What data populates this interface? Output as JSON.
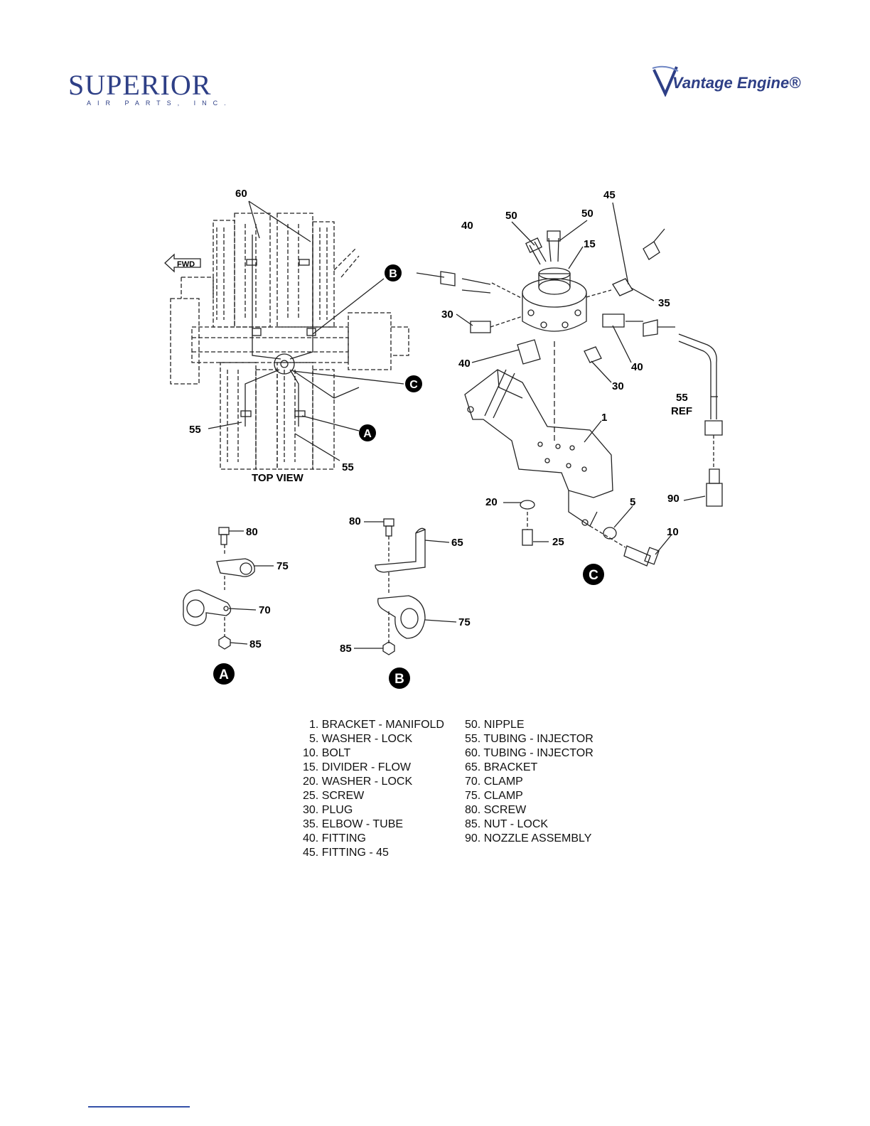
{
  "header": {
    "left_logo_text": "SUPERIOR",
    "left_logo_subtext": "AIR PARTS, INC.",
    "right_logo_text": "Vantage Engine®"
  },
  "diagram": {
    "top_view_label": "TOP VIEW",
    "fwd_label": "FWD",
    "section_letters": [
      "A",
      "B",
      "C"
    ],
    "callouts": {
      "n60": "60",
      "n55a": "55",
      "n55b": "55",
      "n55ref": "55",
      "ref": "REF",
      "n45": "45",
      "n50a": "50",
      "n50b": "50",
      "n40a": "40",
      "n40b": "40",
      "n40c": "40",
      "n15": "15",
      "n35": "35",
      "n30a": "30",
      "n30b": "30",
      "n1": "1",
      "n20": "20",
      "n25": "25",
      "n5": "5",
      "n10": "10",
      "n90": "90",
      "n80a": "80",
      "n75a": "75",
      "n70": "70",
      "n85a": "85",
      "n80b": "80",
      "n65": "65",
      "n75b": "75",
      "n85b": "85"
    }
  },
  "legend": {
    "col1": [
      "1. BRACKET - MANIFOLD",
      "5. WASHER - LOCK",
      "10. BOLT",
      "15. DIVIDER - FLOW",
      "20. WASHER - LOCK",
      "25. SCREW",
      "30. PLUG",
      "35. ELBOW - TUBE",
      "40. FITTING",
      "45. FITTING - 45"
    ],
    "col2": [
      "50. NIPPLE",
      "55. TUBING - INJECTOR",
      "60. TUBING - INJECTOR",
      "65. BRACKET",
      "70. CLAMP",
      "75. CLAMP",
      "80. SCREW",
      "85. NUT - LOCK",
      "90. NOZZLE ASSEMBLY"
    ]
  },
  "colors": {
    "brand_blue": "#2e3f86",
    "link_blue": "#3451a8"
  }
}
